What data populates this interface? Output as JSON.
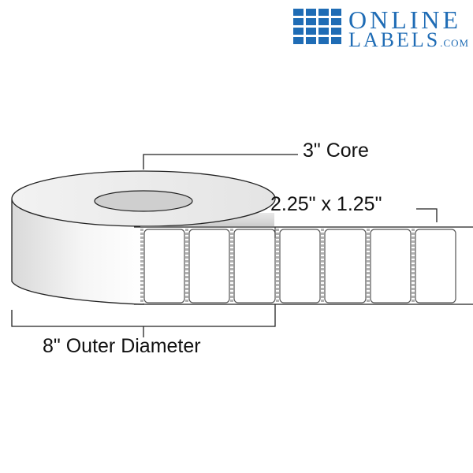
{
  "logo": {
    "line1": "ONLINE",
    "line2": "LABELS",
    "suffix": ".COM",
    "color": "#1f6cb5"
  },
  "diagram": {
    "core_label": "3\" Core",
    "label_size": "2.25\" x 1.25\"",
    "outer_diameter_label": "8\" Outer Diameter",
    "label_count_visible": 7,
    "colors": {
      "outline": "#222222",
      "core_fill": "#cfcfcf",
      "label_border": "#666666"
    }
  }
}
